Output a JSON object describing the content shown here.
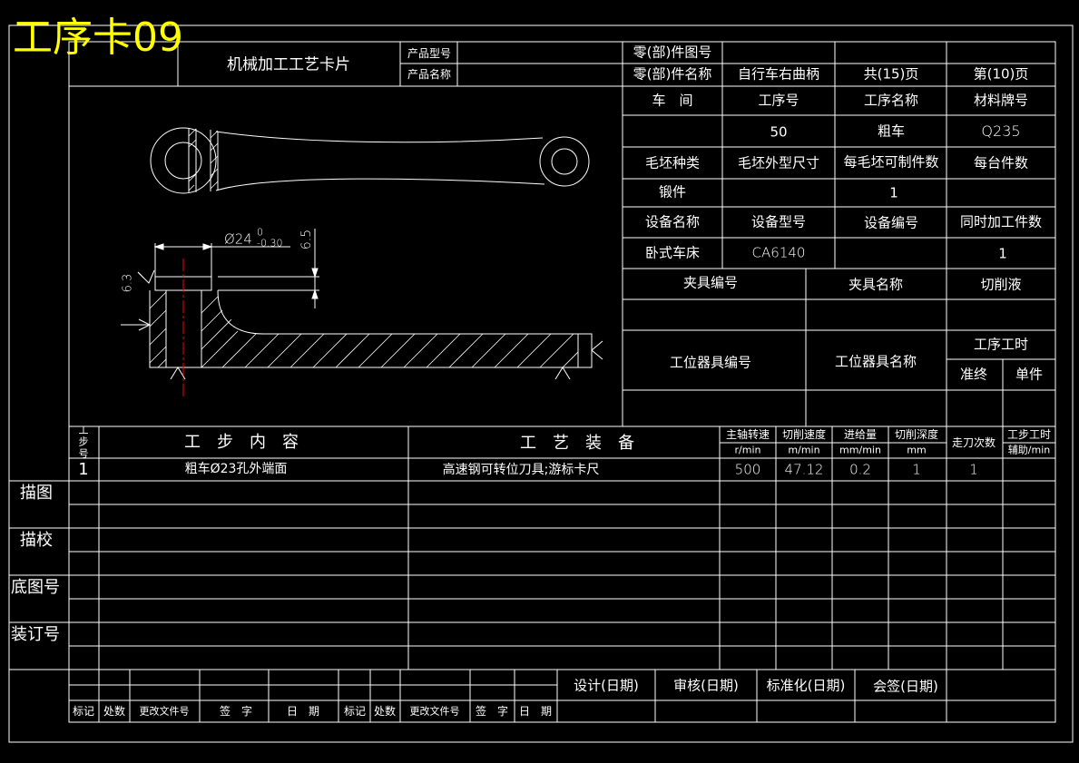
{
  "card_title": "工序卡09",
  "header": {
    "doc_title": "机械加工工艺卡片",
    "product_model_label": "产品型号",
    "product_name_label": "产品名称",
    "part_drawing_label": "零(部)件图号",
    "part_name_label": "零(部)件名称",
    "part_name": "自行车右曲柄",
    "total_pages": "共(15)页",
    "page_no": "第(10)页"
  },
  "process": {
    "workshop_label": "车　间",
    "op_no_label": "工序号",
    "op_name_label": "工序名称",
    "material_label": "材料牌号",
    "op_no": "50",
    "op_name": "粗车",
    "material": "Q235",
    "blank_type_label": "毛坯种类",
    "blank_size_label": "毛坯外型尺寸",
    "per_blank_label": "每毛坯可制件数",
    "per_machine_label": "每台件数",
    "blank_type": "锻件",
    "per_blank": "1",
    "equip_name_label": "设备名称",
    "equip_model_label": "设备型号",
    "equip_no_label": "设备编号",
    "simul_label": "同时加工件数",
    "equip_name": "卧式车床",
    "equip_model": "CA6140",
    "simul": "1",
    "fixture_no_label": "夹具编号",
    "fixture_name_label": "夹具名称",
    "coolant_label": "切削液",
    "station_tool_no_label": "工位器具编号",
    "station_tool_name_label": "工位器具名称",
    "op_time_label": "工序工时",
    "prep_label": "准终",
    "unit_label": "单件"
  },
  "drawing": {
    "dim_diameter": "Ø24",
    "tol_upper": "0",
    "tol_lower": "-0.30",
    "dim_height": "6.5",
    "roughness": "6.3"
  },
  "steps_header": {
    "step_no": "工步号",
    "content": "工　步　内　容",
    "equipment": "工　艺　装　备",
    "spindle": "主轴转速",
    "spindle_unit": "r/min",
    "speed": "切削速度",
    "speed_unit": "m/min",
    "feed": "进给量",
    "feed_unit": "mm/min",
    "depth": "切削深度",
    "depth_unit": "mm",
    "passes": "走刀次数",
    "time": "工步工时",
    "time_sub": "辅助/min"
  },
  "steps": [
    {
      "no": "1",
      "content": "粗车Ø23孔外端面",
      "equipment": "高速钢可转位刀具;游标卡尺",
      "spindle": "500",
      "speed": "47.12",
      "feed": "0.2",
      "depth": "1",
      "passes": "1"
    }
  ],
  "side_labels": [
    "描图",
    "描校",
    "底图号",
    "装订号"
  ],
  "footer": {
    "design": "设计(日期)",
    "review": "审核(日期)",
    "standard": "标准化(日期)",
    "sign": "会签(日期)",
    "mark": "标记",
    "count": "处数",
    "change_doc": "更改文件号",
    "signature": "签　字",
    "date": "日　期"
  },
  "colors": {
    "title": "#ffff00",
    "lines": "#ffffff",
    "center_line": "#ff0000"
  }
}
